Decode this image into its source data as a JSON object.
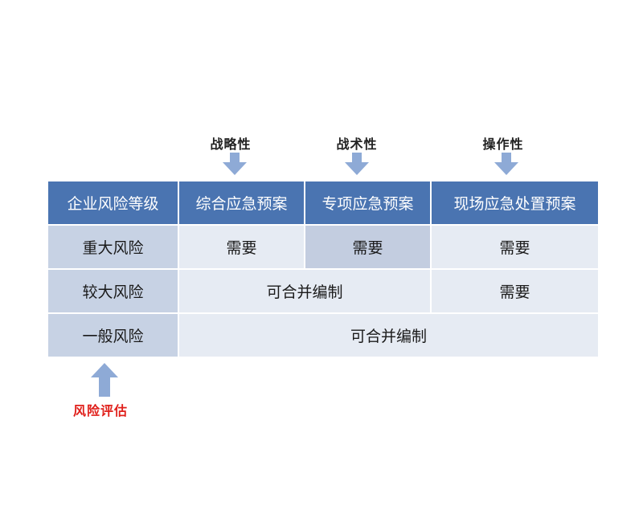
{
  "top_labels": {
    "strategic": "战略性",
    "tactical": "战术性",
    "operational": "操作性"
  },
  "header": {
    "corner": "企业风险等级",
    "col1": "综合应急预案",
    "col2": "专项应急预案",
    "col3": "现场应急处置预案"
  },
  "rows": [
    {
      "level": "重大风险",
      "col1": "需要",
      "col2": "需要",
      "col3": "需要"
    },
    {
      "level": "较大风险",
      "col12": "可合并编制",
      "col3": "需要"
    },
    {
      "level": "一般风险",
      "col123": "可合并编制"
    }
  ],
  "bottom_label": "风险评估",
  "colors": {
    "header_bg": "#4a74b1",
    "row_head_bg": "#c7d2e4",
    "cell_light": "#e6ebf3",
    "cell_mid": "#c3cde0",
    "arrow": "#8eaad6",
    "bottom_label": "#e0201b"
  }
}
